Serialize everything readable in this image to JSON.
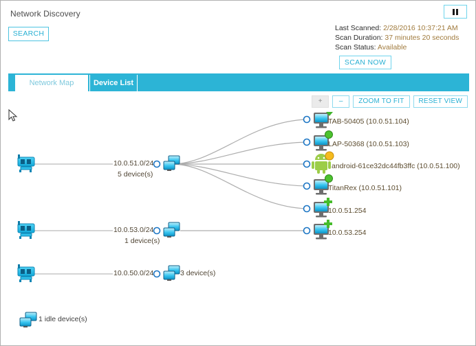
{
  "header": {
    "title": "Network Discovery",
    "search_label": "SEARCH",
    "pause_icon": "pause-icon"
  },
  "scan_info": {
    "last_scanned_label": "Last Scanned:",
    "last_scanned_value": "2/28/2016 10:37:21 AM",
    "duration_label": "Scan Duration:",
    "duration_value": "37 minutes 20 seconds",
    "status_label": "Scan Status:",
    "status_value": "Available",
    "scan_now_label": "SCAN NOW"
  },
  "tabs": [
    {
      "label": "Network Map",
      "active": true
    },
    {
      "label": "Device List",
      "active": false
    }
  ],
  "map_toolbar": {
    "zoom_in_label": "+",
    "zoom_out_label": "–",
    "zoom_to_fit_label": "ZOOM TO FIT",
    "reset_view_label": "RESET VIEW"
  },
  "map": {
    "networks": [
      {
        "name": "10.0.51.0/24",
        "count": "5 device(s)",
        "count_inline": false
      },
      {
        "name": "10.0.53.0/24",
        "count": "1 device(s)",
        "count_inline": false
      },
      {
        "name": "10.0.50.0/24",
        "count": "3 device(s)",
        "count_inline": true
      }
    ],
    "devices": [
      {
        "label": "TAB-50405 (10.0.51.104)",
        "icon": "monitor-icon",
        "status": "green-badge"
      },
      {
        "label": "LAP-50368 (10.0.51.103)",
        "icon": "monitor-icon",
        "status": "green-dot"
      },
      {
        "label": "android-61ce32dc44fb3ffc (10.0.51.100)",
        "icon": "android-icon",
        "status": "orange-dot"
      },
      {
        "label": "TitanRex (10.0.51.101)",
        "icon": "monitor-icon",
        "status": "green-dot"
      },
      {
        "label": "10.0.51.254",
        "icon": "monitor-icon",
        "status": "green-plus"
      },
      {
        "label": "10.0.53.254",
        "icon": "monitor-icon",
        "status": "green-plus"
      }
    ],
    "idle_label": "1 idle device(s)"
  },
  "colors": {
    "accent": "#2cb4d6",
    "link_text": "#29b0d3",
    "value_text": "#a07a3c",
    "status_ok": "#4caf27",
    "status_warn": "#f0b323"
  }
}
